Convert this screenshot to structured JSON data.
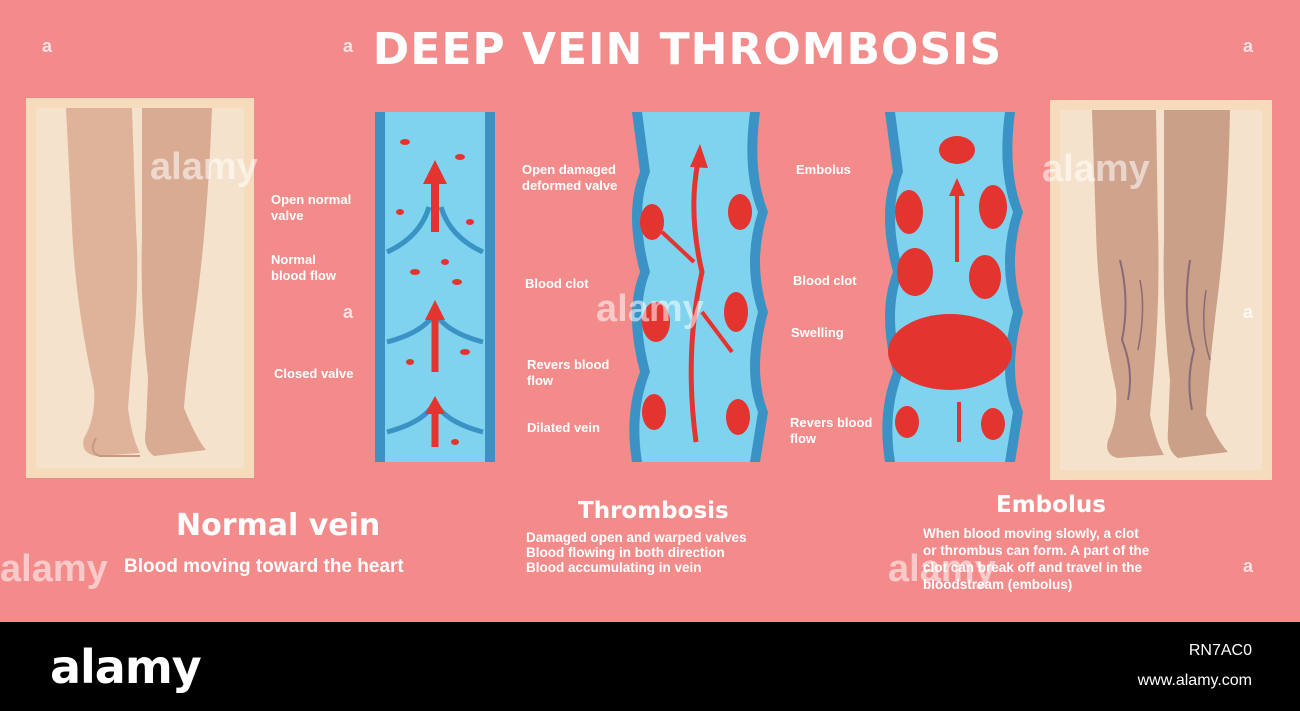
{
  "title": "DEEP VEIN THROMBOSIS",
  "normal": {
    "labels": {
      "open_valve": [
        "Open normal",
        "valve"
      ],
      "flow": [
        "Normal",
        "blood flow"
      ],
      "closed_valve": [
        "Closed valve"
      ]
    },
    "heading": "Normal vein",
    "subtitle": "Blood moving toward the heart"
  },
  "thrombosis": {
    "labels": {
      "damaged_valve": [
        "Open damaged",
        "deformed valve"
      ],
      "clot": [
        "Blood clot"
      ],
      "reverse_flow": [
        "Revers blood",
        "flow"
      ],
      "dilated": [
        "Dilated vein"
      ]
    },
    "heading": "Thrombosis",
    "lines": [
      "Damaged open and warped valves",
      "Blood flowing in both direction",
      "Blood accumulating in vein"
    ]
  },
  "embolus": {
    "labels": {
      "embolus": [
        "Embolus"
      ],
      "clot": [
        "Blood clot"
      ],
      "swelling": [
        "Swelling"
      ],
      "reverse_flow": [
        "Revers blood",
        "flow"
      ]
    },
    "heading": "Embolus",
    "lines": [
      "When blood moving slowly, a clot",
      "or thrombus can form. A part of the",
      "clot can break off and travel in the",
      "bloodstream (embolus)"
    ]
  },
  "watermark": {
    "text": "alamy",
    "mark": "a"
  },
  "footer": {
    "brand": "alamy",
    "image_id": "RN7AC0",
    "site": "www.alamy.com"
  },
  "colors": {
    "background": "#f38b8b",
    "vein": "#58c1e4",
    "blood": "#e3342f",
    "footer": "#000000"
  }
}
